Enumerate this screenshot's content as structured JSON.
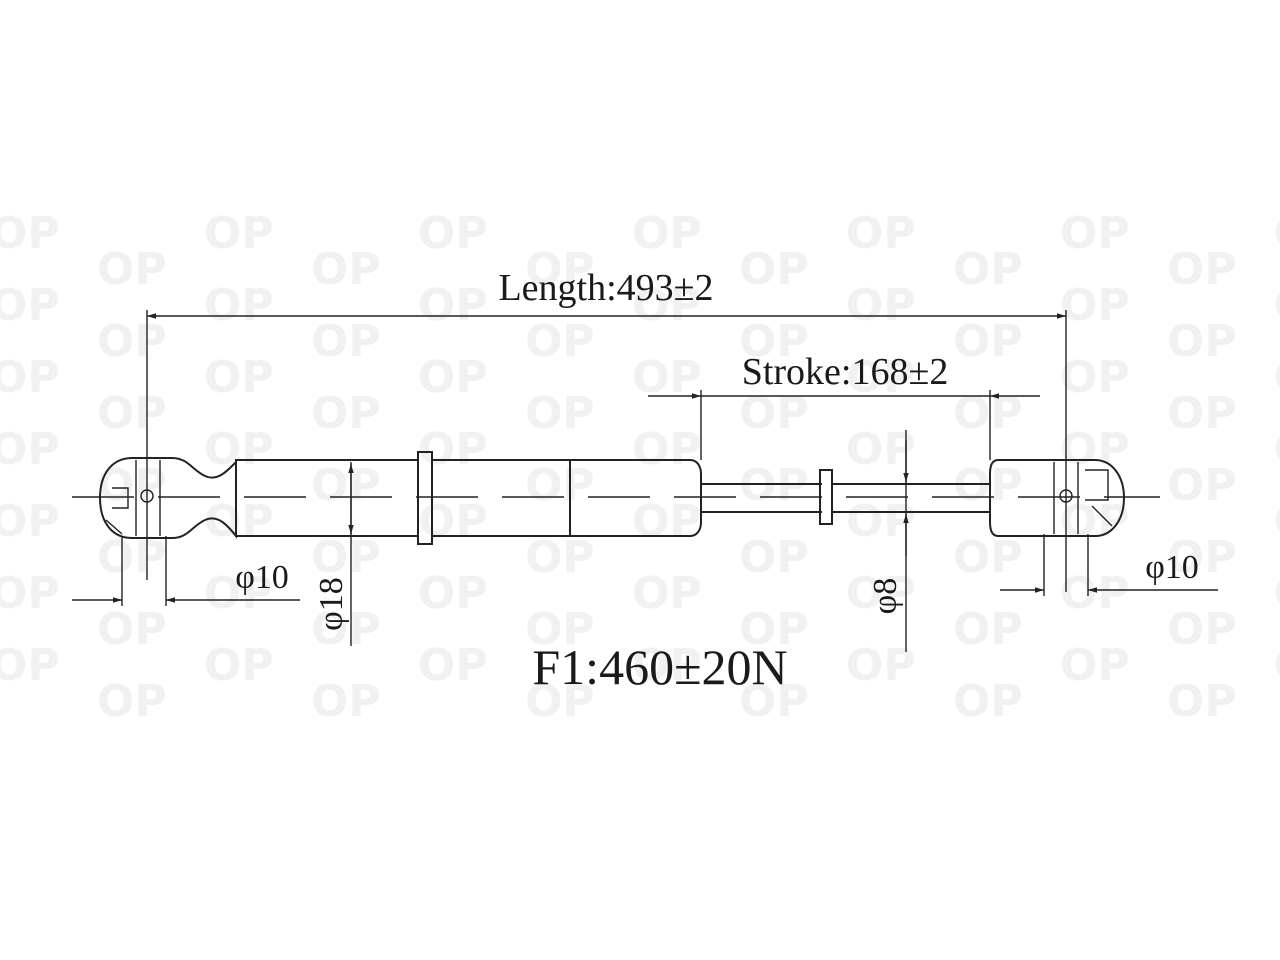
{
  "colors": {
    "line": "#222222",
    "text": "#1a1a1a",
    "watermark": "#f1f1f1",
    "background": "#ffffff"
  },
  "watermark": {
    "text": "OP"
  },
  "dimensions": {
    "length": "Length:493±2",
    "stroke": "Stroke:168±2",
    "left_eye_diameter": "φ10",
    "body_diameter": "φ18",
    "rod_diameter": "φ8",
    "right_eye_diameter": "φ10"
  },
  "force": "F1:460±20N"
}
